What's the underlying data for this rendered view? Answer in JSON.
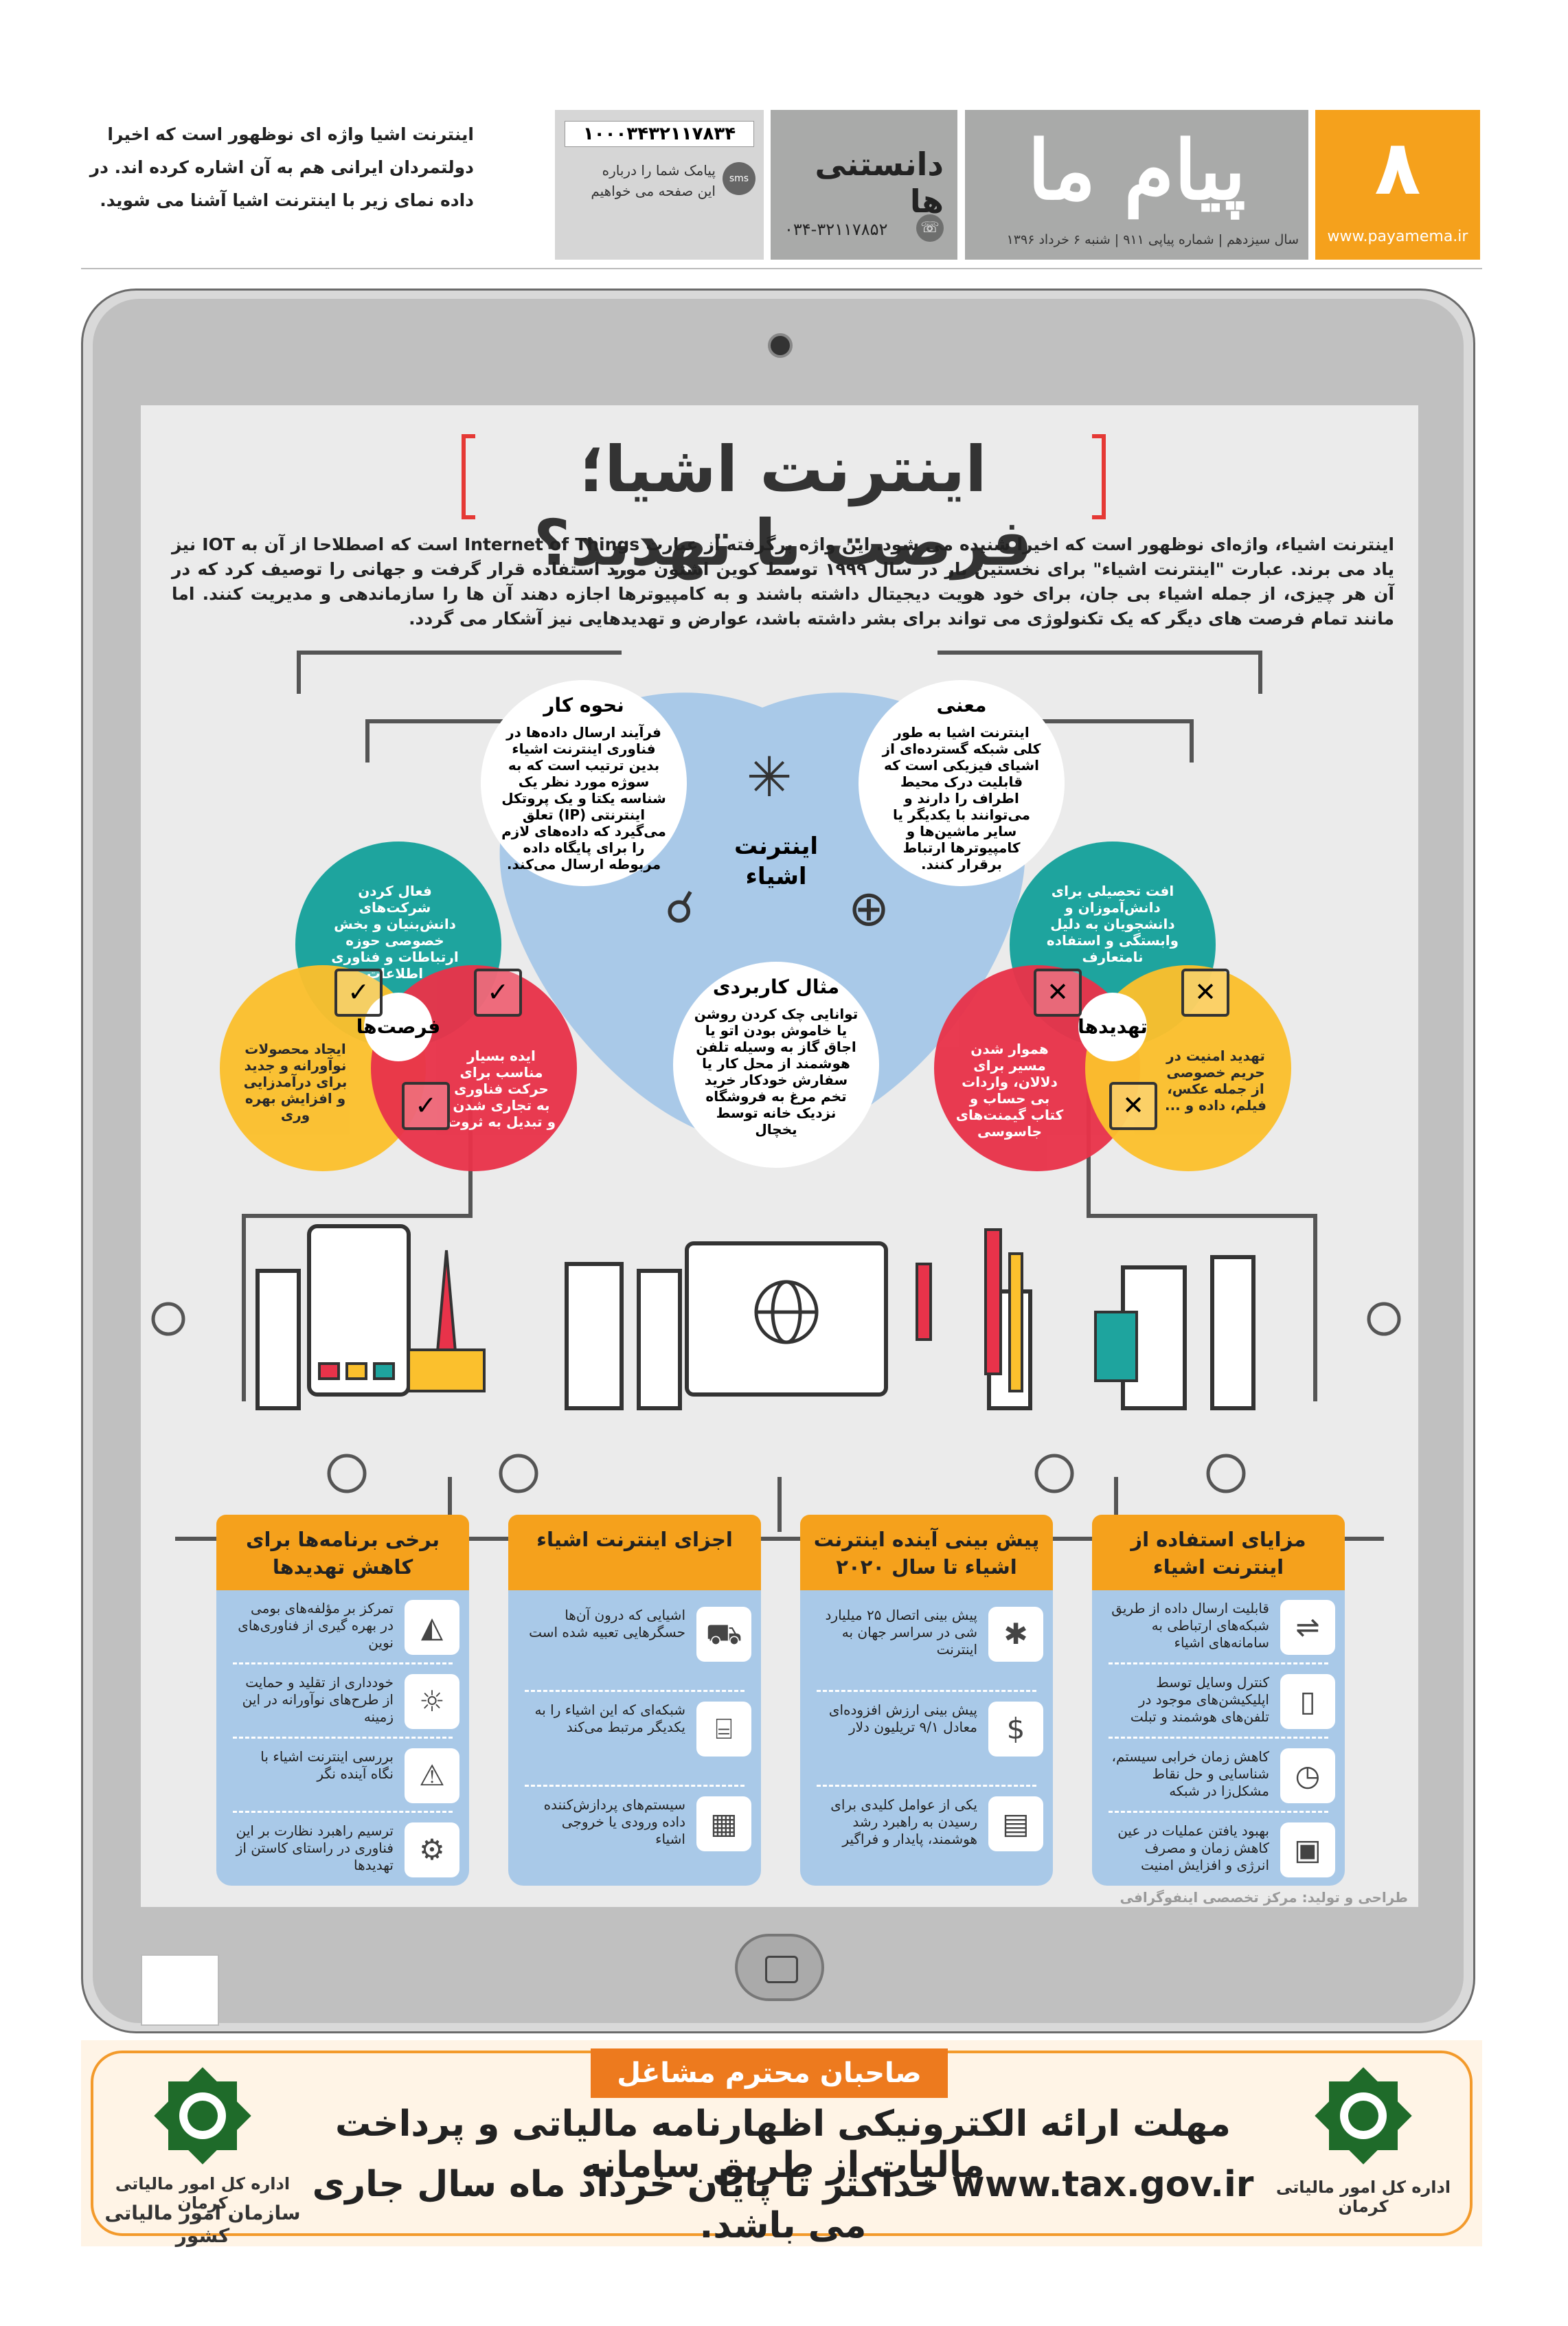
{
  "header": {
    "page_number": "۸",
    "website": "www.payamema.ir",
    "paper_name": "پیام ما",
    "issue_line": "سال سیزدهم | شماره پیاپی ۹۱۱ | شنبه ۶ خرداد ۱۳۹۶",
    "section": "دانستنی ها",
    "phone": "۰۳۴-۳۲۱۱۷۸۵۲",
    "sms_number": "۱۰۰۰۳۴۳۲۱۱۷۸۳۴",
    "sms_badge": "sms",
    "sms_line1": "پیامک شما را درباره",
    "sms_line2": "این صفحه می خواهیم",
    "intro": "اینترنت اشیا واژه ای نوظهور است که اخیرا دولتمردان ایرانی هم به آن اشاره کرده اند. در داده نمای زیر با اینترنت اشیا آشنا می شوید."
  },
  "infographic": {
    "title": "اینترنت اشیا؛ فرصت یا تهدید؟",
    "lead": "اینترنت اشیاء، واژه‌ای نوظهور است که اخیرا شنیده می شود. این واژه برگرفته از عبارت Internet of Things است که اصطلاحا از آن به IOT نیز یاد می برند. عبارت \"اینترنت اشیاء\" برای نخستین بار در سال ۱۹۹۹ توسط کوین اشتون مورد استفاده قرار گرفت و جهانی را توصیف کرد که در آن هر چیزی، از جمله اشیاء بی جان، برای خود هویت دیجیتال داشته باشند و به کامپیوترها اجازه دهند آن ها را سازماندهی و مدیریت کنند. اما مانند تمام فرصت های دیگر که یک تکنولوژی می تواند برای بشر داشته باشد، عوارض و تهدیدهایی نیز آشکار می گردد.",
    "center": "اینترنت اشیاء",
    "how_title": "نحوه کار",
    "how_text": "فرآیند ارسال داده‌ها در فناوری اینترنت اشیاء بدین ترتیب است که به سوژه مورد نظر یک شناسه یکتا و یک پروتکل اینترنتی (IP) تعلق می‌گیرد که داده‌های لازم را برای پایگاه داده مربوطه ارسال می‌کند.",
    "meaning_title": "معنی",
    "meaning_text": "اینترنت اشیا به طور کلی شبکه گسترده‌ای از اشیای فیزیکی است که قابلیت درک محیط اطراف را دارند و می‌توانند با یکدیگر یا سایر ماشین‌ها و کامپیوترها ارتباط برقرار کنند.",
    "example_title": "مثال کاربردی",
    "example_text": "توانایی چک کردن روشن یا خاموش بودن اتو یا اجاق گاز به وسیله تلفن هوشمند از محل کار یا سفارش خودکار خرید تخم مرغ به فروشگاه نزدیک خانه توسط یخچال",
    "opp_title": "فرصت‌ها",
    "opp_teal": "فعال کردن شرکت‌های دانش‌بنیان و بخش خصوصی حوزه ارتباطات و فناوری اطلاعات",
    "opp_yellow": "ایجاد محصولات نوآورانه و جدید برای درآمدزایی و افزایش بهره وری",
    "opp_red": "ایده بسیار مناسب برای حرکت فناوری به تجاری شدن و تبدیل به ثروت",
    "thr_title": "تهدیدها",
    "thr_teal": "افت تحصیلی برای دانش‌آموزان و دانشجویان به دلیل وابستگی و استفاده نامتعارف",
    "thr_red": "هموار شدن مسیر برای دلالان، واردات بی حساب و کتاب گیمنت‌های جاسوسی",
    "thr_yellow": "تهدید امنیت در حریم خصوصی از جمله عکس، فیلم، داده و ...",
    "credit": "طراحی و تولید: مرکز تخصصی اینفوگرافی"
  },
  "cards": [
    {
      "title": "مزایای استفاده از اینترنت اشیاء",
      "rows": [
        {
          "icon": "usb-icon",
          "glyph": "⇌",
          "text": "قابلیت ارسال داده از طریق شبکه‌های ارتباطی به سامانه‌های اشیاء"
        },
        {
          "icon": "phone-icon",
          "glyph": "▯",
          "text": "کنترل وسایل توسط اپلیکیشن‌های موجود در تلفن‌های هوشمند و تبلت"
        },
        {
          "icon": "clock-icon",
          "glyph": "◷",
          "text": "کاهش زمان خرابی سیستم، شناسایی و حل نقاط مشکل‌زا در شبکه"
        },
        {
          "icon": "lock-icon",
          "glyph": "▣",
          "text": "بهبود یافتن عملیات در عین کاهش زمان و مصرف انرژی و افزایش امنیت"
        }
      ]
    },
    {
      "title": "پیش بینی آینده اینترنت اشیاء تا سال ۲۰۲۰",
      "rows": [
        {
          "icon": "network-icon",
          "glyph": "✱",
          "text": "پیش بینی اتصال ۲۵ میلیارد شی در سراسر جهان به اینترنت"
        },
        {
          "icon": "money-icon",
          "glyph": "$",
          "text": "پیش بینی ارزش افزوده‌ای معادل ۹/۱ تریلیون دلار"
        },
        {
          "icon": "presentation-icon",
          "glyph": "▤",
          "text": "یکی از عوامل کلیدی برای رسیدن به راهبرد رشد هوشمند، پایدار و فراگیر"
        }
      ]
    },
    {
      "title": "اجزای اینترنت اشیاء",
      "rows": [
        {
          "icon": "car-icon",
          "glyph": "⛟",
          "text": "اشیایی که درون آن‌ها حسگرهایی تعبیه شده است"
        },
        {
          "icon": "router-icon",
          "glyph": "⌸",
          "text": "شبکه‌ای که این اشیاء را به یکدیگر مرتبط می‌کند"
        },
        {
          "icon": "chip-icon",
          "glyph": "▦",
          "text": "سیستم‌های پردازش‌کننده داده ورودی یا خروجی اشیاء"
        }
      ]
    },
    {
      "title": "برخی برنامه‌ها برای کاهش تهدیدها",
      "rows": [
        {
          "icon": "map-icon",
          "glyph": "◭",
          "text": "تمرکز بر مؤلفه‌های بومی در بهره گیری از فناوری‌های نوین"
        },
        {
          "icon": "idea-icon",
          "glyph": "☼",
          "text": "خودداری از تقلید و حمایت از طرح‌های نوآورانه در این زمینه"
        },
        {
          "icon": "warning-icon",
          "glyph": "⚠",
          "text": "بررسی اینترنت اشیاء با نگاه آینده نگر"
        },
        {
          "icon": "strategy-icon",
          "glyph": "⚙",
          "text": "ترسیم راهبرد نظارت بر این فناوری در راستای کاستن از تهدیدها"
        }
      ]
    }
  ],
  "ad": {
    "heading": "صاحبان محترم مشاغل",
    "line1": "مهلت ارائه الکترونیکی اظهارنامه مالیاتی و پرداخت مالیات از طریق سامانه",
    "line2": "www.tax.gov.ir  حداکثر تا پایان خرداد ماه سال جاری می باشد.",
    "org_right": "اداره کل امور مالیاتی کرمان",
    "org_left1": "اداره کل امور مالیاتی کرمان",
    "org_left2": "سازمان امور مالیاتی کشور"
  },
  "colors": {
    "orange": "#f5a11c",
    "teal": "#1ea49e",
    "red": "#e8334a",
    "yellow": "#fbc02d",
    "blue": "#a9c9e8",
    "seal_green": "#1f6b2a"
  }
}
